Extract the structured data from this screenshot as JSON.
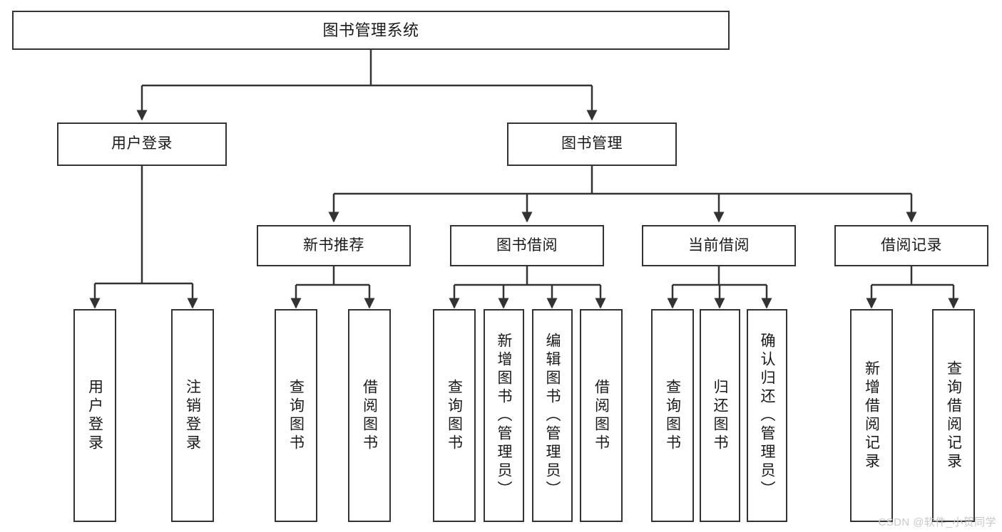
{
  "diagram": {
    "type": "tree-hierarchy",
    "title": "图书管理系统",
    "background_color": "#ffffff",
    "border_color": "#333333",
    "text_color": "#1a1a1a",
    "watermark": "CSDN @软件_小贺同学",
    "levels": 4
  },
  "nodes": {
    "root": {
      "label": "图书管理系统",
      "orientation": "horizontal"
    },
    "level1": [
      {
        "id": "user-login",
        "label": "用户登录",
        "orientation": "horizontal"
      },
      {
        "id": "book-manage",
        "label": "图书管理",
        "orientation": "horizontal"
      }
    ],
    "level2": [
      {
        "id": "new-book-recommend",
        "label": "新书推荐",
        "orientation": "horizontal",
        "parent": "book-manage"
      },
      {
        "id": "book-borrow",
        "label": "图书借阅",
        "orientation": "horizontal",
        "parent": "book-manage"
      },
      {
        "id": "current-borrow",
        "label": "当前借阅",
        "orientation": "horizontal",
        "parent": "book-manage"
      },
      {
        "id": "borrow-record",
        "label": "借阅记录",
        "orientation": "horizontal",
        "parent": "book-manage"
      }
    ],
    "leaves": [
      {
        "id": "leaf-user-login",
        "label": "用户登录",
        "parent": "user-login"
      },
      {
        "id": "leaf-logout-login",
        "label": "注销登录",
        "parent": "user-login"
      },
      {
        "id": "leaf-query-book-1",
        "label": "查询图书",
        "parent": "new-book-recommend"
      },
      {
        "id": "leaf-borrow-book-1",
        "label": "借阅图书",
        "parent": "new-book-recommend"
      },
      {
        "id": "leaf-query-book-2",
        "label": "查询图书",
        "parent": "book-borrow"
      },
      {
        "id": "leaf-add-book",
        "label": "新增图书（管理员）",
        "parent": "book-borrow"
      },
      {
        "id": "leaf-edit-book",
        "label": "编辑图书（管理员）",
        "parent": "book-borrow"
      },
      {
        "id": "leaf-borrow-book-2",
        "label": "借阅图书",
        "parent": "book-borrow"
      },
      {
        "id": "leaf-query-book-3",
        "label": "查询图书",
        "parent": "current-borrow"
      },
      {
        "id": "leaf-return-book",
        "label": "归还图书",
        "parent": "current-borrow"
      },
      {
        "id": "leaf-confirm-return",
        "label": "确认归还（管理员）",
        "parent": "current-borrow"
      },
      {
        "id": "leaf-add-record",
        "label": "新增借阅记录",
        "parent": "borrow-record"
      },
      {
        "id": "leaf-query-record",
        "label": "查询借阅记录",
        "parent": "borrow-record"
      }
    ]
  }
}
